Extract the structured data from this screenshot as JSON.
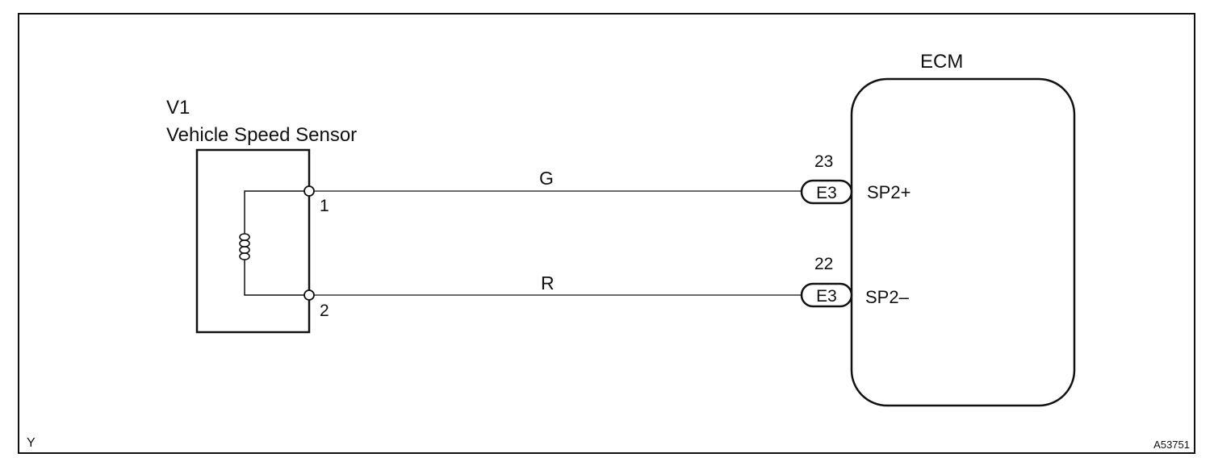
{
  "corner_code": "Y",
  "figure_id": "A53751",
  "sensor": {
    "code": "V1",
    "name": "Vehicle Speed Sensor",
    "pins": [
      "1",
      "2"
    ]
  },
  "ecm": {
    "label": "ECM",
    "terminals": [
      {
        "pin": "23",
        "connector": "E3",
        "signal": "SP2+"
      },
      {
        "pin": "22",
        "connector": "E3",
        "signal": "SP2–"
      }
    ]
  },
  "wires": [
    {
      "color_code": "G"
    },
    {
      "color_code": "R"
    }
  ],
  "colors": {
    "line": "#111111",
    "background": "#ffffff"
  }
}
